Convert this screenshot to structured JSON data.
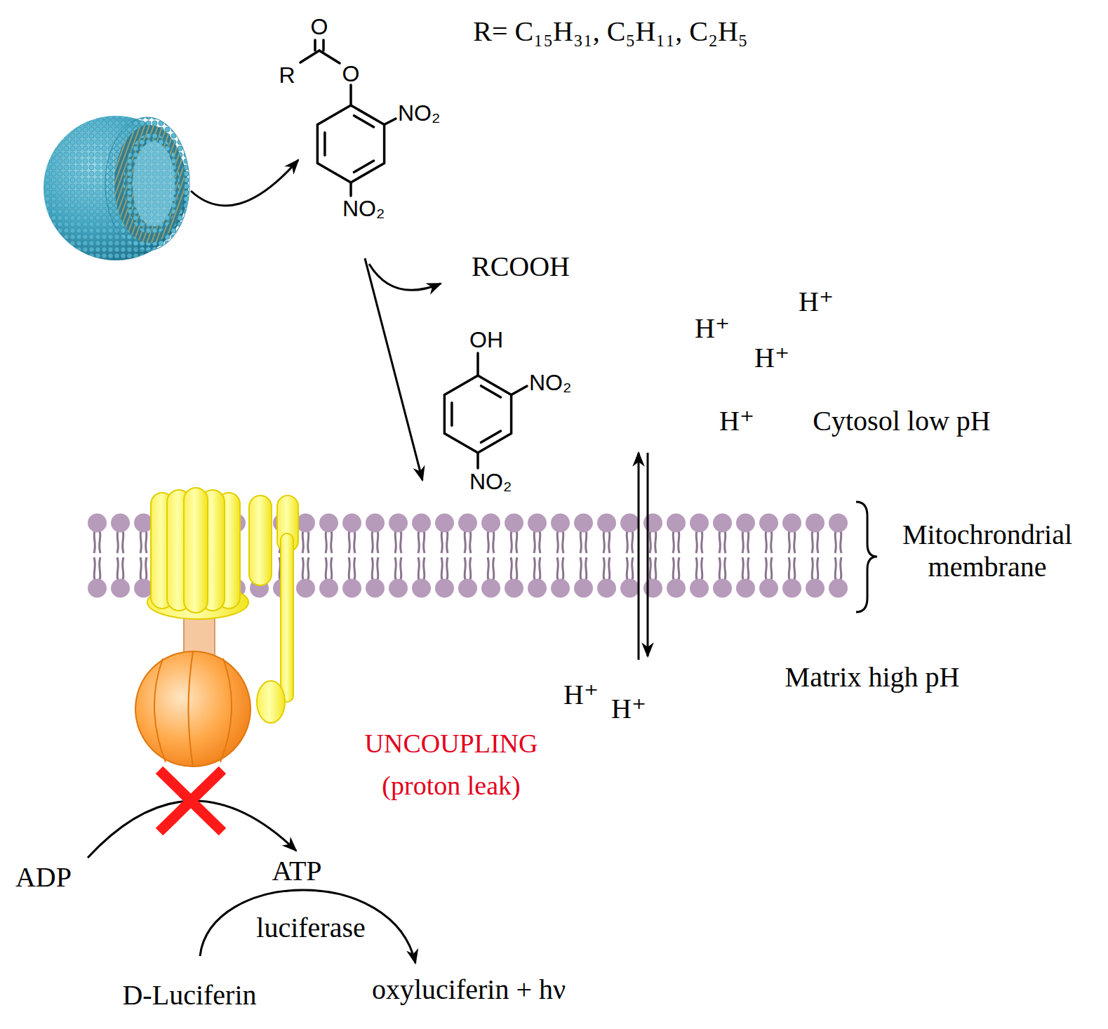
{
  "diagram": {
    "labels": [
      "R= C₁₅H₃₁, C₅H₁₁, C₂H₅",
      "O",
      "R",
      "O",
      "NO₂",
      "NO₂",
      "RCOOH",
      "OH",
      "NO₂",
      "NO₂",
      "H⁺",
      "H⁺",
      "H⁺",
      "H⁺",
      "Cytosol low pH",
      "Mitochrondrial membrane",
      "Matrix high pH",
      "H⁺",
      "H⁺",
      "UNCOUPLING",
      "(proton leak)",
      "ADP",
      "ATP",
      "luciferase",
      "D-Luciferin",
      "oxyluciferin + hν"
    ]
  }
}
